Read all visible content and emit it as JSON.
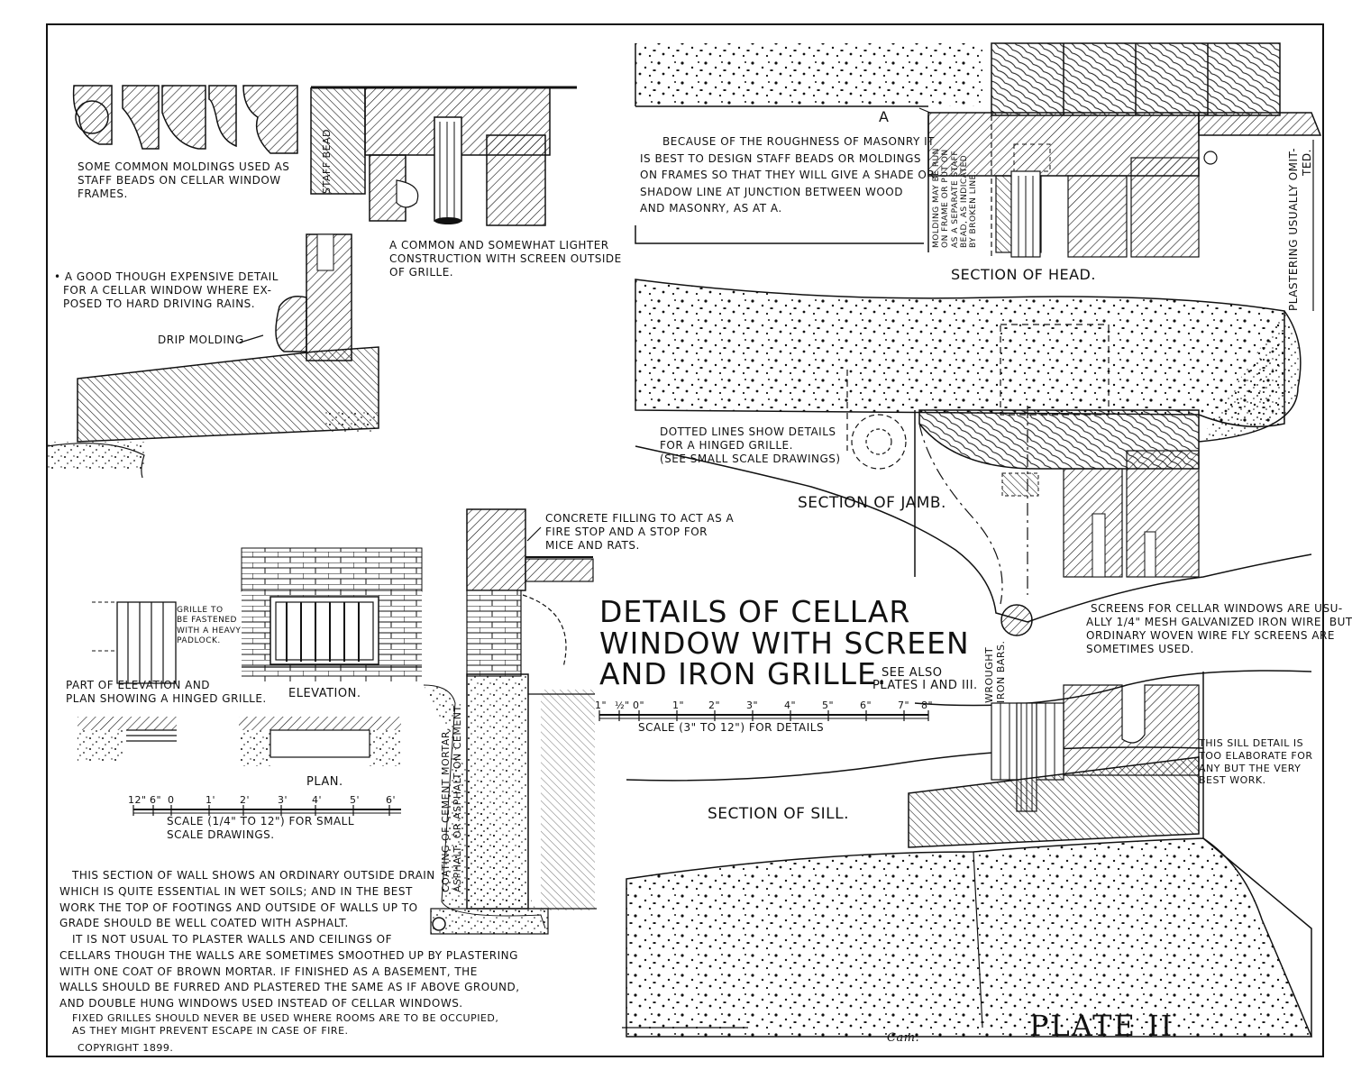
{
  "title": {
    "line1": "DETAILS OF CELLAR",
    "line2": "WINDOW WITH SCREEN",
    "line3": "AND IRON GRILLE.",
    "see_also_1": "SEE ALSO",
    "see_also_2": "PLATES I AND III."
  },
  "plate_label": "PLATE II",
  "copyright": "COPYRIGHT 1899.",
  "signature": "Cam.",
  "notes": {
    "moldings": [
      "SOME COMMON MOLDINGS USED AS",
      "STAFF BEADS ON CELLAR WINDOW",
      "FRAMES."
    ],
    "staff_bead": "STAFF BEAD",
    "lighter": [
      "A COMMON AND SOMEWHAT LIGHTER",
      "CONSTRUCTION WITH SCREEN OUTSIDE",
      "OF GRILLE."
    ],
    "expensive": [
      "• A GOOD THOUGH EXPENSIVE DETAIL",
      "FOR A CELLAR WINDOW WHERE EX-",
      "POSED TO HARD DRIVING RAINS."
    ],
    "drip": "DRIP MOLDING",
    "roughness": [
      "BECAUSE OF THE ROUGHNESS OF MASONRY IT",
      "IS BEST TO DESIGN STAFF BEADS OR MOLDINGS",
      "ON FRAMES SO THAT THEY WILL GIVE A SHADE OR",
      "SHADOW LINE AT JUNCTION BETWEEN WOOD",
      "AND MASONRY, AS AT A."
    ],
    "mark_a": "A",
    "molding_run": [
      "MOLDING MAY BE RUN",
      "ON FRAME OR PUT ON",
      "AS A SEPARATE STAFF",
      "BEAD, AS INDICATED",
      "BY BROKEN LINE."
    ],
    "section_head": "SECTION OF HEAD.",
    "plastering": [
      "PLASTERING USUALLY OMIT-",
      "TED."
    ],
    "dotted": [
      "DOTTED LINES SHOW DETAILS",
      "FOR A HINGED GRILLE.",
      "(SEE SMALL SCALE DRAWINGS)"
    ],
    "section_jamb": "SECTION OF JAMB.",
    "concrete": [
      "CONCRETE FILLING TO ACT AS A",
      "FIRE STOP AND A STOP FOR",
      "MICE AND RATS."
    ],
    "grille_fasten": [
      "GRILLE TO",
      "BE FASTENED",
      "WITH A HEAVY",
      "PADLOCK."
    ],
    "part_elev": [
      "PART OF ELEVATION AND",
      "PLAN SHOWING A HINGED GRILLE."
    ],
    "elevation": "ELEVATION.",
    "plan": "PLAN.",
    "screens": [
      "SCREENS FOR CELLAR WINDOWS ARE USU-",
      "ALLY 1/4\" MESH GALVANIZED IRON WIRE; BUT",
      "ORDINARY WOVEN WIRE FLY SCREENS ARE",
      "SOMETIMES USED."
    ],
    "wrought": [
      "WROUGHT",
      "IRON BARS."
    ],
    "coating": [
      "COATING OF CEMENT MORTAR,",
      "ASPHALT, OR ASPHALT ON CEMENT."
    ],
    "section_sill": "SECTION OF SILL.",
    "sill_detail": [
      "THIS SILL DETAIL IS",
      "TOO ELABORATE FOR",
      "ANY BUT THE VERY",
      "BEST WORK."
    ],
    "wall_section": [
      "THIS SECTION OF WALL SHOWS AN ORDINARY OUTSIDE DRAIN",
      "WHICH IS QUITE ESSENTIAL IN WET SOILS; AND IN THE BEST",
      "WORK THE TOP OF FOOTINGS AND OUTSIDE OF WALLS UP TO",
      "GRADE SHOULD BE WELL COATED WITH ASPHALT.",
      "IT IS NOT USUAL TO PLASTER WALLS AND CEILINGS OF",
      "CELLARS THOUGH THE WALLS ARE SOMETIMES SMOOTHED UP BY PLASTERING",
      "WITH ONE COAT OF BROWN MORTAR. IF FINISHED AS A BASEMENT, THE",
      "WALLS SHOULD BE FURRED AND PLASTERED THE SAME AS IF ABOVE GROUND,",
      "AND DOUBLE HUNG WINDOWS USED INSTEAD OF CELLAR WINDOWS.",
      "FIXED GRILLES SHOULD NEVER BE USED WHERE ROOMS ARE TO BE OCCUPIED,",
      "AS THEY MIGHT PREVENT ESCAPE IN CASE OF FIRE."
    ]
  },
  "scale_details": {
    "ticks": [
      "1\"",
      "½\"",
      "0\"",
      "1\"",
      "2\"",
      "3\"",
      "4\"",
      "5\"",
      "6\"",
      "7\"",
      "8\""
    ],
    "caption": "SCALE (3\" TO 12\") FOR DETAILS"
  },
  "scale_small": {
    "ticks": [
      "12\"",
      "6\"",
      "0",
      "1'",
      "2'",
      "3'",
      "4'",
      "5'",
      "6'"
    ],
    "caption_1": "SCALE (1/4\" TO 12\") FOR SMALL",
    "caption_2": "SCALE DRAWINGS."
  }
}
